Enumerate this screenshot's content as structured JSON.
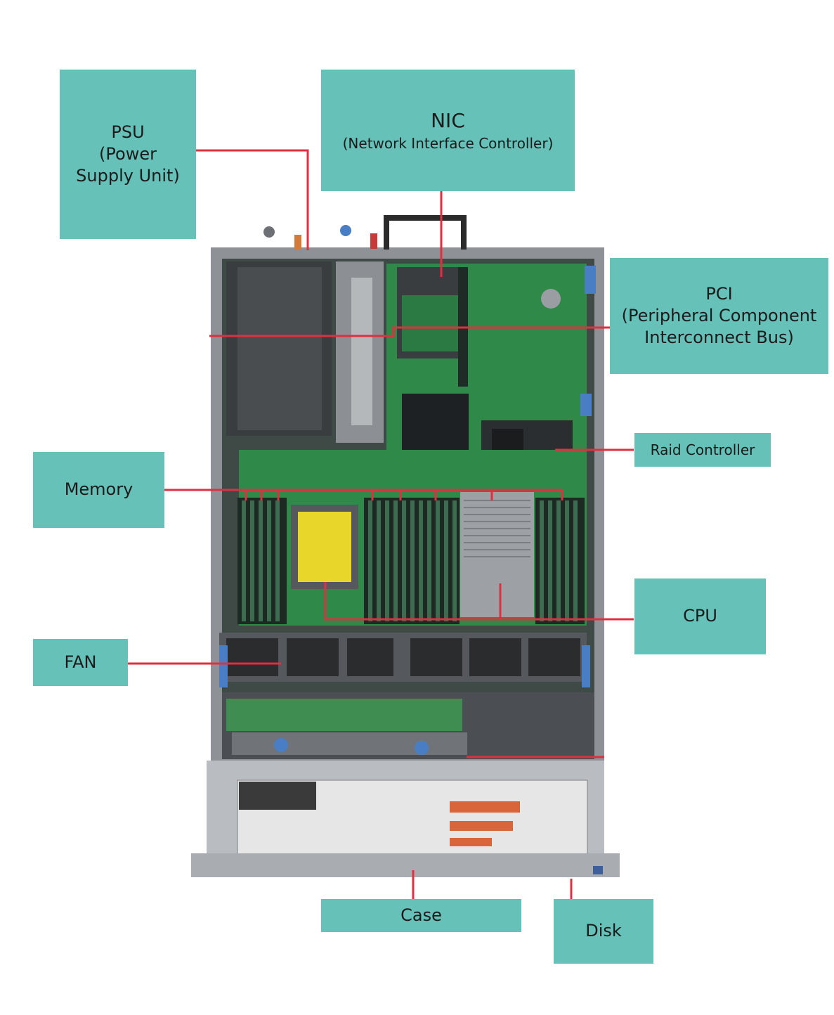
{
  "labels": {
    "psu": {
      "lines": [
        "PSU",
        "(Power",
        "Supply Unit)"
      ]
    },
    "nic": {
      "title": "NIC",
      "subtitle": "(Network Interface Controller)"
    },
    "pci": {
      "lines": [
        "PCI",
        "(Peripheral Component",
        "Interconnect Bus)"
      ]
    },
    "raid": {
      "text": "Raid Controller"
    },
    "memory": {
      "text": "Memory"
    },
    "cpu": {
      "text": "CPU"
    },
    "fan": {
      "text": "FAN"
    },
    "case": {
      "text": "Case"
    },
    "disk": {
      "text": "Disk"
    }
  },
  "colors": {
    "label_fill": "#66c1b9",
    "leader_line": "#e03040",
    "board_green": "#2f8a4a",
    "chassis": "#b9bcc0"
  }
}
